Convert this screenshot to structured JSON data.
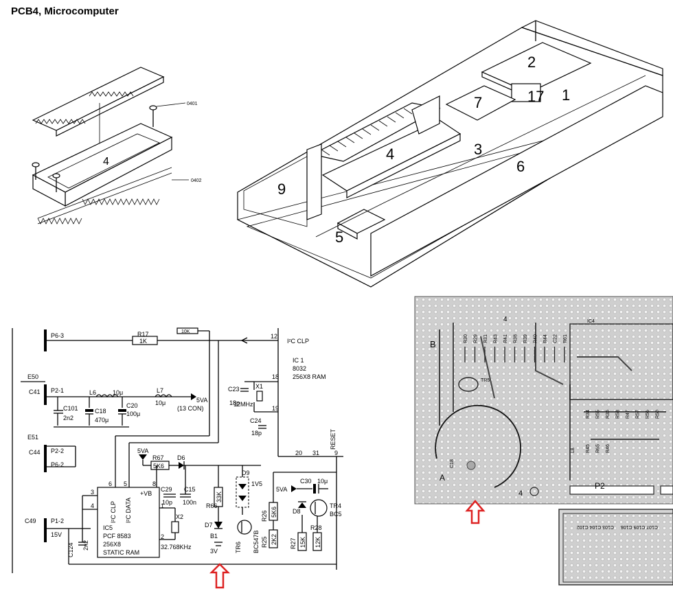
{
  "title": "PCB4, Microcomputer",
  "exploded_view": {
    "part_number": "4",
    "refs": [
      "0401",
      "0402"
    ]
  },
  "enclosure": {
    "labels": [
      "2",
      "17",
      "1",
      "7",
      "4",
      "3",
      "6",
      "9",
      "5"
    ]
  },
  "schematic": {
    "lines": {
      "p63": "P6-3",
      "r17": "R17",
      "r17_val": "1K",
      "r17_val2": "10K",
      "n12": "12",
      "i2c_clp_top": "I²C CLP",
      "e50": "E50",
      "c41": "C41",
      "p21": "P2-1",
      "l6": "L6",
      "l6_val": "10μ",
      "l7": "L7",
      "l7_val": "10μ",
      "fvva": "5VA",
      "con13": "(13 CON)",
      "c101": "C101",
      "c101_val": "2n2",
      "c18": "C18",
      "c18_val": "470μ",
      "c20": "C20",
      "c20_val": "100μ",
      "ic1": "IC 1",
      "ic1_part": "8032",
      "ic1_desc": "256X8 RAM",
      "c23": "C23",
      "c23_val": "18p",
      "x1": "X1",
      "x1_val": "12MHz",
      "c24": "C24",
      "c24_val": "18p",
      "pin18": "18",
      "pin19": "19",
      "reset": "RESET",
      "pin20": "20",
      "pin31": "31",
      "pin9": "9",
      "e51": "E51",
      "c44": "C44",
      "p22": "P2-2",
      "p62": "P6-2",
      "r67": "R67",
      "r67_val": "5K6",
      "d6": "D6",
      "fvva2": "5VA",
      "d9": "D9",
      "d9_val": "1V5",
      "c30": "C30",
      "c30_val": "10μ",
      "fvva3": "5VA",
      "c49": "C49",
      "p12": "P1-2",
      "v15": "15V",
      "c124": "C124",
      "c124_val": "2n2",
      "ic5": "IC5",
      "ic5_clp": "I²C CLP",
      "ic5_data": "I²C DATA",
      "ic5_vb": "+VB",
      "ic5_part": "PCF 8583",
      "ic5_size": "256X8",
      "ic5_desc": "STATIC RAM",
      "pin6": "6",
      "pin5": "5",
      "pin8": "8",
      "pin3": "3",
      "pin4": "4",
      "pin1": "1",
      "pin2": "2",
      "c29": "C29",
      "c29_val": "10p",
      "c15": "C15",
      "c15_val": "100n",
      "x2": "X2",
      "x2_val": "32.768KHz",
      "r66": "R66",
      "r66_val": "33K",
      "d7": "D7",
      "b1": "B1",
      "v3": "3V",
      "tr6": "TR6",
      "tr6_val": "BC547B",
      "r26": "R26",
      "r26_val": "5K6",
      "r25": "R25",
      "r25_val": "2K2",
      "d8": "D8",
      "r27": "R27",
      "r27_val": "15K",
      "r28": "R28",
      "r28_val": "12K",
      "tr4": "TR4",
      "tr4_val": "BC5"
    }
  },
  "pcb_layout": {
    "labels": {
      "n4": "4",
      "B": "B",
      "A": "A",
      "ic4": "IC4",
      "tr5": "TR5",
      "p2": "P2",
      "c18": "C18",
      "l8": "L8",
      "four2": "4",
      "col_refs": [
        "R30",
        "R29",
        "R31",
        "R43",
        "R41",
        "R38",
        "R39",
        "R40",
        "R44",
        "C22",
        "R61"
      ],
      "right_refs": [
        "R34",
        "R55",
        "R35",
        "R58",
        "R47",
        "R57",
        "R56",
        "R50",
        "R45",
        "R65",
        "R46"
      ]
    }
  },
  "colors": {
    "arrow": "#dd2222",
    "pcb_bg": "#c8c8c8"
  }
}
